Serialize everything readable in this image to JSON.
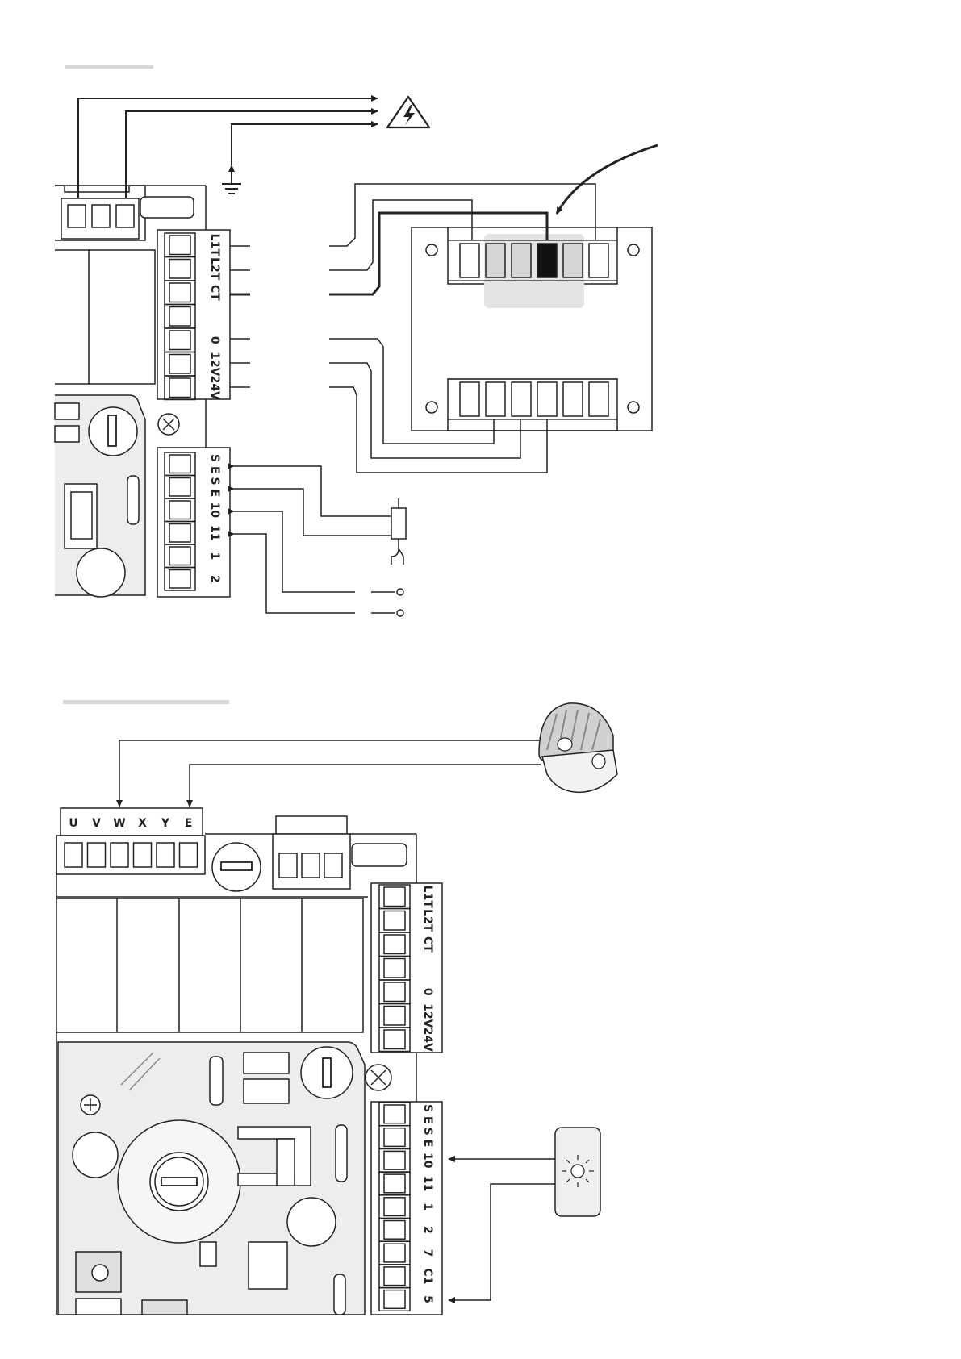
{
  "diagram1": {
    "right_block_a": [
      "L1T",
      "L2T",
      "CT",
      "",
      "0",
      "12V",
      "24V"
    ],
    "right_block_b": [
      "S E",
      "S E",
      "10",
      "11",
      "1",
      "2"
    ]
  },
  "diagram2": {
    "top_terminals": [
      "U",
      "V",
      "W",
      "X",
      "Y",
      "E"
    ],
    "right_block_a": [
      "L1T",
      "L2T",
      "CT",
      "",
      "0",
      "12V",
      "24V"
    ],
    "right_block_b": [
      "S E",
      "S E",
      "10",
      "11",
      "1",
      "2",
      "7",
      "C1",
      "5"
    ]
  },
  "icons": {
    "warning": "high-voltage-warning-icon",
    "ground": "ground-symbol-icon",
    "flasher": "flashing-lamp-icon",
    "indicator": "indicator-lamp-icon"
  }
}
